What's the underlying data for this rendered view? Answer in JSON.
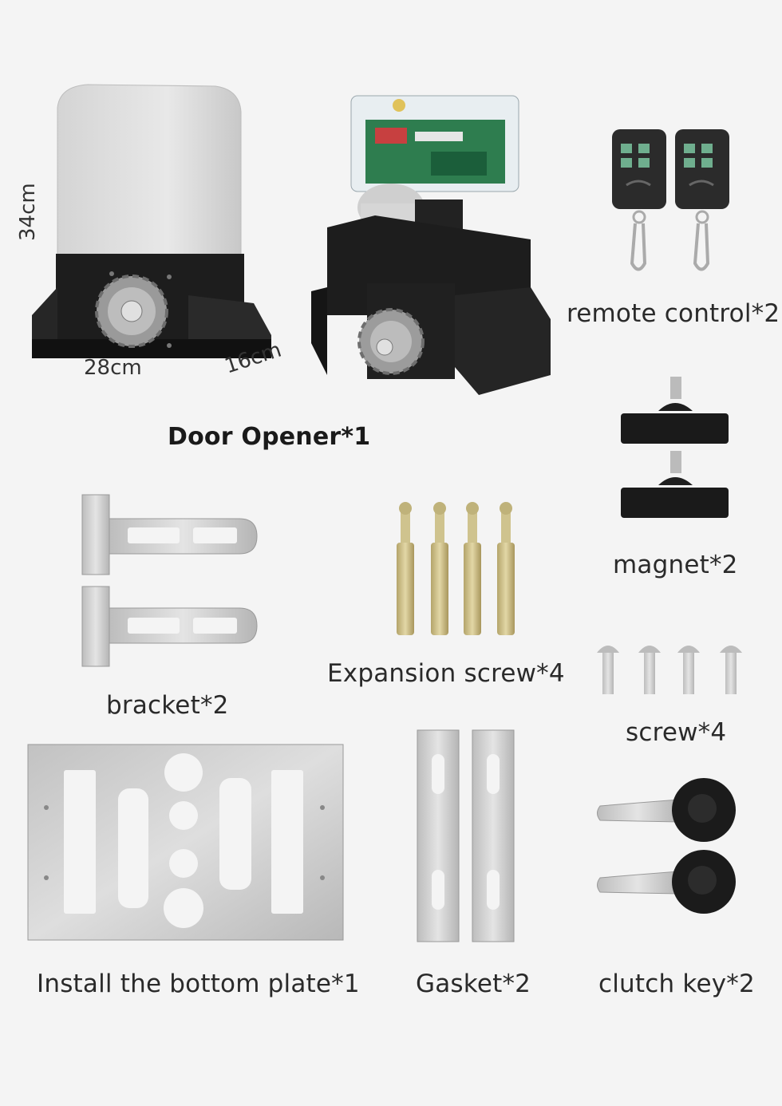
{
  "opener": {
    "label": "Door Opener*1",
    "dim_height": "34cm",
    "dim_width": "28cm",
    "dim_depth": "16cm"
  },
  "labels": {
    "remote": "remote control*2",
    "magnet": "magnet*2",
    "bracket": "bracket*2",
    "expansion": "Expansion screw*4",
    "screw": "screw*4",
    "plate": "Install the bottom plate*1",
    "gasket": "Gasket*2",
    "clutch": "clutch key*2"
  },
  "colors": {
    "background": "#f4f4f4",
    "housing": "#dcdcdc",
    "base": "#1c1c1c",
    "metal": "#c9c9c9",
    "pcb": "#2e7d4f"
  }
}
